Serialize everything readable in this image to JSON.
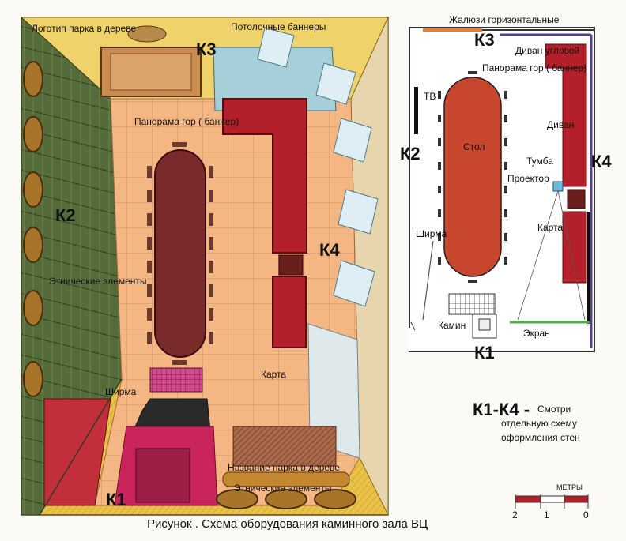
{
  "sketch": {
    "logo_label": "Логотип парка в дереве",
    "ceiling_banners": "Потолочные баннеры",
    "k3": "К3",
    "panorama": "Панорама гор  ( баннер)",
    "k2": "К2",
    "ethnic_left": "Этнические элементы",
    "k4": "К4",
    "map": "Карта",
    "screen": "Ширма",
    "k1": "К1",
    "name_label": "Название парка в дереве",
    "ethnic_bottom": "Этнические элементы"
  },
  "plan": {
    "blinds": "Жалюзи горизонтальные",
    "k3": "К3",
    "corner_sofa": "Диван угловой",
    "panorama": "Панорама гор  ( баннер)",
    "tv": "ТВ",
    "k2": "К2",
    "table": "Стол",
    "sofa": "Диван",
    "k4": "К4",
    "nightstand": "Тумба",
    "projector": "Проектор",
    "map": "Карта",
    "screen_partition": "Ширма",
    "fireplace": "Камин",
    "projection_screen": "Экран",
    "k1": "К1"
  },
  "note": {
    "codes": "К1-К4 -",
    "line1": "Смотри",
    "line2": "отдельную схему",
    "line3": "оформления стен"
  },
  "scale": {
    "title": "МЕТРЫ",
    "labels": [
      "2",
      "1",
      "0"
    ]
  },
  "caption": "Рисунок   . Схема оборудования каминного зала ВЦ",
  "colors": {
    "wall_yellow": "#e8c94a",
    "floor_peach": "#f2b07a",
    "table_red": "#c8462e",
    "sofa_red": "#b3202a",
    "dark_brown": "#6b1e1e",
    "wall_green": "#4d6a3a",
    "screen_green": "#4caf50",
    "wall_purple": "#5a3d8c",
    "banner_blue": "#8ab8c8"
  }
}
